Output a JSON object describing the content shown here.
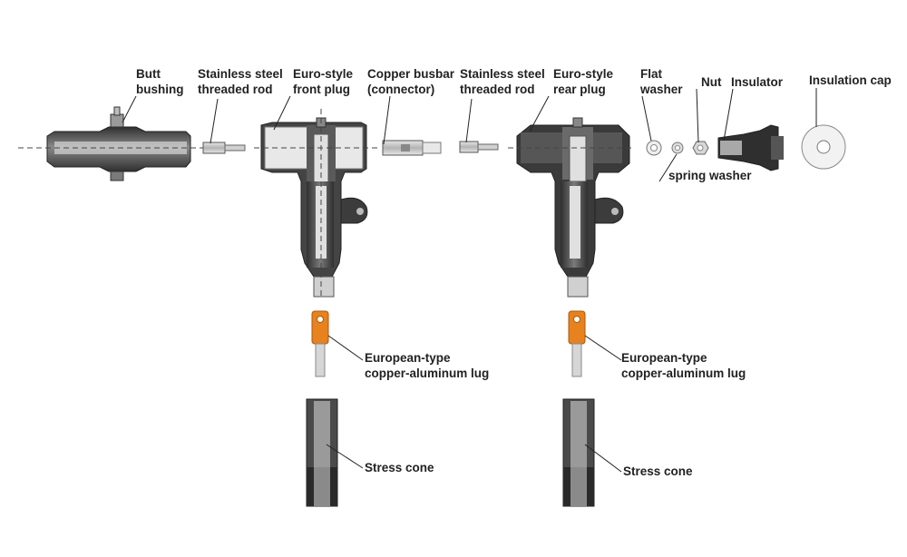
{
  "labels": {
    "butt_bushing": [
      "Butt",
      "bushing"
    ],
    "ss_rod_1": [
      "Stainless steel",
      "threaded rod"
    ],
    "front_plug": [
      "Euro-style",
      "front plug"
    ],
    "busbar": [
      "Copper busbar",
      "(connector)"
    ],
    "ss_rod_2": [
      "Stainless steel",
      "threaded rod"
    ],
    "rear_plug": [
      "Euro-style",
      "rear plug"
    ],
    "flat_washer": [
      "Flat",
      "washer"
    ],
    "nut": "Nut",
    "insulator": "Insulator",
    "insulation_cap": "Insulation cap",
    "spring_washer": "spring washer",
    "lug_1": [
      "European-type",
      "copper-aluminum lug"
    ],
    "lug_2": [
      "European-type",
      "copper-aluminum lug"
    ],
    "stress_cone_1": "Stress cone",
    "stress_cone_2": "Stress cone"
  },
  "colors": {
    "body_dark": "#3c3c3c",
    "body_mid": "#6e6e6e",
    "body_light": "#cfcfcf",
    "lug_orange": "#e8821e",
    "metal": "#c8c8c8"
  }
}
